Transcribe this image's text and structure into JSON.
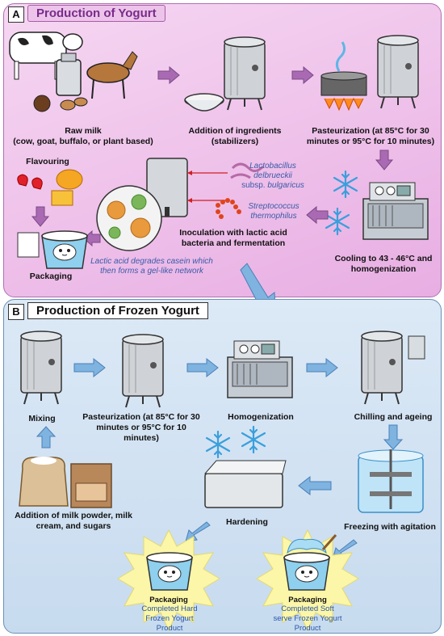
{
  "panel_a": {
    "letter": "A",
    "title": "Production of Yogurt",
    "steps": {
      "raw_milk": "Raw milk",
      "raw_milk_sub": "(cow, goat, buffalo, or plant based)",
      "ingredients": "Addition of ingredients",
      "ingredients_sub": "(stabilizers)",
      "pasteurization": "Pasteurization (at 85°C for 30 minutes or 95°C for 10 minutes)",
      "cooling": "Cooling to 43 - 46°C and homogenization",
      "inoculation": "Inoculation with lactic acid bacteria and fermentation",
      "flavouring": "Flavouring",
      "packaging": "Packaging"
    },
    "bacteria_1_genus": "Lactobacillus",
    "bacteria_1_species": "delbrueckii",
    "bacteria_1_subsp_prefix": "subsp.",
    "bacteria_1_subsp": "bulgaricus",
    "bacteria_2_genus": "Streptococcus",
    "bacteria_2_species": "thermophilus",
    "casein_note": "Lactic acid degrades casein which then forms a gel-like network"
  },
  "panel_b": {
    "letter": "B",
    "title": "Production of Frozen Yogurt",
    "steps": {
      "mixing": "Mixing",
      "pasteurization": "Pasteurization (at 85°C for 30 minutes or 95°C for 10 minutes)",
      "homogenization": "Homogenization",
      "chilling": "Chilling and ageing",
      "addition": "Addition of milk powder, milk cream, and sugars",
      "hardening": "Hardening",
      "freezing": "Freezing with agitation"
    },
    "packaging_hard_title": "Packaging",
    "packaging_hard_desc": "Completed Hard Frozen Yogurt Product",
    "packaging_soft_title": "Packaging",
    "packaging_soft_desc": "Completed Soft serve Frozen Yogurt Product"
  },
  "colors": {
    "panel_a_bg": "#e8aee3",
    "panel_b_bg": "#c7dbef",
    "arrow_a": "#a96ab3",
    "arrow_b": "#7fb3e0",
    "note_text": "#3a5ba8",
    "starburst": "#fbf6a8"
  }
}
